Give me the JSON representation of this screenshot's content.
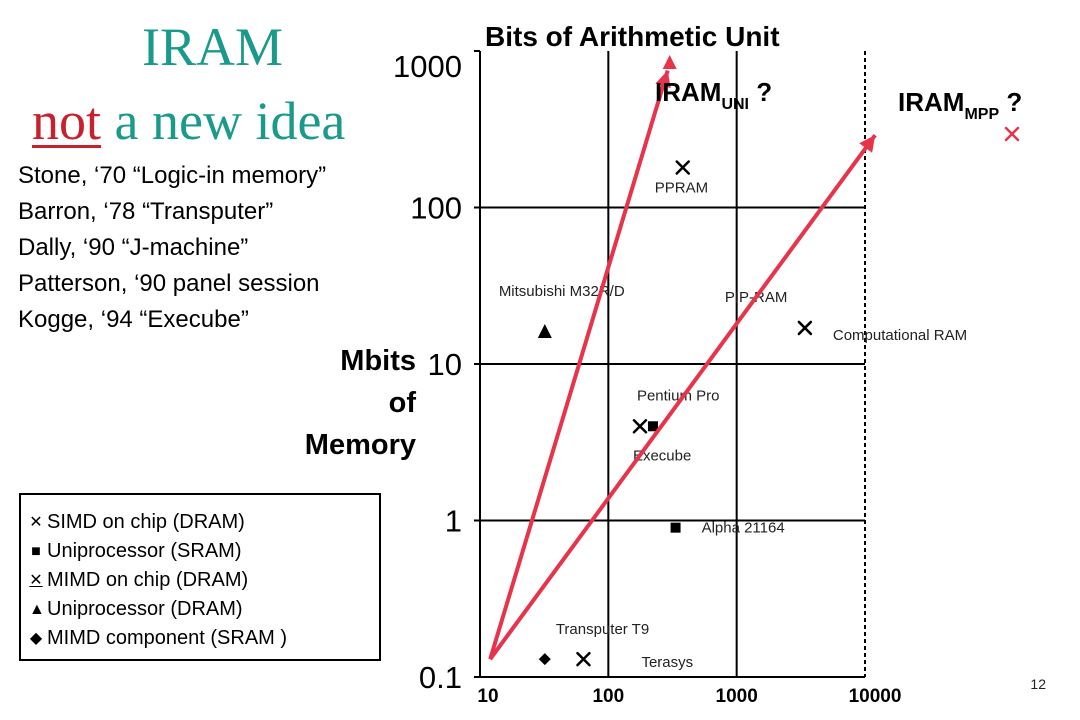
{
  "slide": {
    "title_line1": "IRAM",
    "title_line2_underlined": "not",
    "title_line2_rest": " a new idea",
    "references": [
      "Stone, ‘70 “Logic-in memory”",
      "Barron, ‘78 “Transputer”",
      "Dally, ‘90 “J-machine”",
      "Patterson, ‘90 panel session",
      "Kogge, ‘94 “Execube”"
    ],
    "slide_number": "12",
    "accent_color": "#e8344a",
    "title_color": "#1a9a8a"
  },
  "chart_data": {
    "type": "scatter",
    "title": "Bits of Arithmetic Unit",
    "xlabel": "Bits of Arithmetic Unit",
    "ylabel_lines": [
      "Mbits",
      "of",
      "Memory"
    ],
    "x_scale": "log",
    "y_scale": "log",
    "xlim": [
      10,
      10000
    ],
    "ylim": [
      0.1,
      1000
    ],
    "x_ticks": [
      "10",
      "100",
      "1000",
      "10000"
    ],
    "y_ticks": [
      "0.1",
      "1",
      "10",
      "100",
      "1000"
    ],
    "grid": true,
    "legend_placement": "bottom-left",
    "legend": [
      {
        "symbol": "x",
        "label": "SIMD on chip (DRAM)"
      },
      {
        "symbol": "square",
        "label": "Uniprocessor (SRAM)"
      },
      {
        "symbol": "x-under",
        "label": "MIMD on chip (DRAM)"
      },
      {
        "symbol": "triangle",
        "label": "Uniprocessor (DRAM)"
      },
      {
        "symbol": "diamond",
        "label": "MIMD component (SRAM )"
      }
    ],
    "points": [
      {
        "label": "PPRAM",
        "x": 380,
        "y": 180,
        "symbol": "x"
      },
      {
        "label": "Mitsubishi M32R/D",
        "x": 32,
        "y": 16,
        "symbol": "triangle"
      },
      {
        "label": "PIP-RAM",
        "x": 3400,
        "y": 17,
        "symbol": "x"
      },
      {
        "label": "Computational RAM",
        "x": 3400,
        "y": 17,
        "symbol": "x"
      },
      {
        "label": "Pentium Pro",
        "x": 200,
        "y": 4,
        "symbol": "square"
      },
      {
        "label": "Execube",
        "x": 200,
        "y": 4,
        "symbol": "x-under"
      },
      {
        "label": "Alpha 21164",
        "x": 300,
        "y": 0.9,
        "symbol": "square"
      },
      {
        "label": "Transputer T9",
        "x": 32,
        "y": 0.13,
        "symbol": "diamond"
      },
      {
        "label": "Terasys",
        "x": 64,
        "y": 0.13,
        "symbol": "x"
      }
    ],
    "projections": [
      {
        "label_main": "IRAM",
        "label_sub": "UNI",
        "label_suffix": " ?",
        "from": [
          12,
          0.13
        ],
        "to": [
          290,
          750
        ],
        "end_symbol": "triangle"
      },
      {
        "label_main": "IRAM",
        "label_sub": "MPP",
        "label_suffix": " ?",
        "from": [
          12,
          0.13
        ],
        "to": [
          12000,
          290
        ],
        "end_symbol": "x"
      }
    ]
  }
}
